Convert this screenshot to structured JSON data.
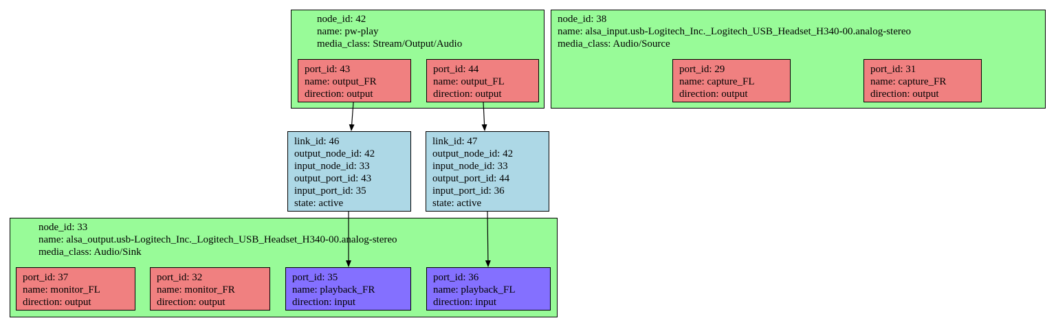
{
  "nodes": {
    "n42": {
      "id": "node_id: 42",
      "name": "name: pw-play",
      "media_class": "media_class: Stream/Output/Audio",
      "ports": {
        "p43": {
          "id": "port_id: 43",
          "name": "name: output_FR",
          "direction": "direction: output"
        },
        "p44": {
          "id": "port_id: 44",
          "name": "name: output_FL",
          "direction": "direction: output"
        }
      }
    },
    "n38": {
      "id": "node_id: 38",
      "name": "name: alsa_input.usb-Logitech_Inc._Logitech_USB_Headset_H340-00.analog-stereo",
      "media_class": "media_class: Audio/Source",
      "ports": {
        "p29": {
          "id": "port_id: 29",
          "name": "name: capture_FL",
          "direction": "direction: output"
        },
        "p31": {
          "id": "port_id: 31",
          "name": "name: capture_FR",
          "direction": "direction: output"
        }
      }
    },
    "n33": {
      "id": "node_id: 33",
      "name": "name: alsa_output.usb-Logitech_Inc._Logitech_USB_Headset_H340-00.analog-stereo",
      "media_class": "media_class: Audio/Sink",
      "ports": {
        "p37": {
          "id": "port_id: 37",
          "name": "name: monitor_FL",
          "direction": "direction: output"
        },
        "p32": {
          "id": "port_id: 32",
          "name": "name: monitor_FR",
          "direction": "direction: output"
        },
        "p35": {
          "id": "port_id: 35",
          "name": "name: playback_FR",
          "direction": "direction: input"
        },
        "p36": {
          "id": "port_id: 36",
          "name": "name: playback_FL",
          "direction": "direction: input"
        }
      }
    }
  },
  "links": {
    "l46": {
      "link_id": "link_id: 46",
      "output_node_id": "output_node_id: 42",
      "input_node_id": "input_node_id: 33",
      "output_port_id": "output_port_id: 43",
      "input_port_id": "input_port_id: 35",
      "state": "state: active"
    },
    "l47": {
      "link_id": "link_id: 47",
      "output_node_id": "output_node_id: 42",
      "input_node_id": "input_node_id: 33",
      "output_port_id": "output_port_id: 44",
      "input_port_id": "input_port_id: 36",
      "state": "state: active"
    }
  },
  "colors": {
    "node": "#98fb98",
    "output_port": "#f08080",
    "input_port": "#8470ff",
    "link": "#add8e6",
    "edge": "#000000"
  }
}
